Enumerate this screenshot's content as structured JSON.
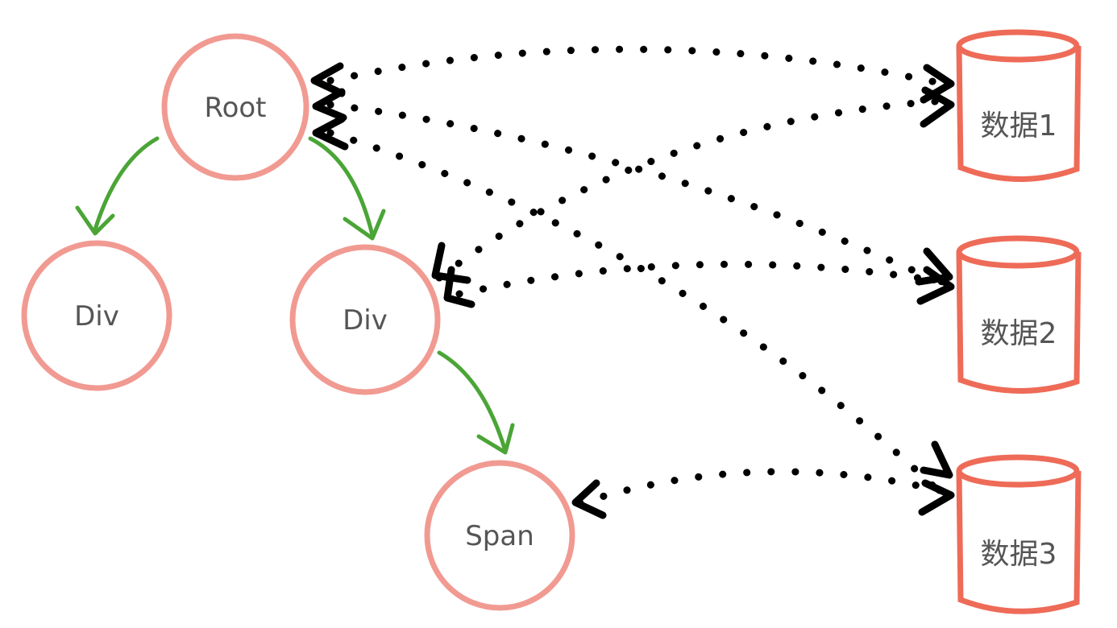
{
  "colors": {
    "node_stroke": "#f19a92",
    "db_stroke": "#ee6b58",
    "tree_edge": "#4aa536",
    "data_link": "#000000",
    "label": "#555555"
  },
  "nodes": {
    "root": {
      "label": "Root"
    },
    "div_left": {
      "label": "Div"
    },
    "div_right": {
      "label": "Div"
    },
    "span": {
      "label": "Span"
    }
  },
  "databases": {
    "db1": {
      "label": "数据1"
    },
    "db2": {
      "label": "数据2"
    },
    "db3": {
      "label": "数据3"
    }
  },
  "tree_edges": [
    {
      "from": "root",
      "to": "div_left"
    },
    {
      "from": "root",
      "to": "div_right"
    },
    {
      "from": "div_right",
      "to": "span"
    }
  ],
  "data_links": [
    {
      "from": "root",
      "to": "db1",
      "bidirectional": true
    },
    {
      "from": "root",
      "to": "db2",
      "bidirectional": true
    },
    {
      "from": "root",
      "to": "db3",
      "bidirectional": true
    },
    {
      "from": "div_right",
      "to": "db1",
      "bidirectional": true
    },
    {
      "from": "div_right",
      "to": "db2",
      "bidirectional": true
    },
    {
      "from": "span",
      "to": "db3",
      "bidirectional": true
    }
  ]
}
